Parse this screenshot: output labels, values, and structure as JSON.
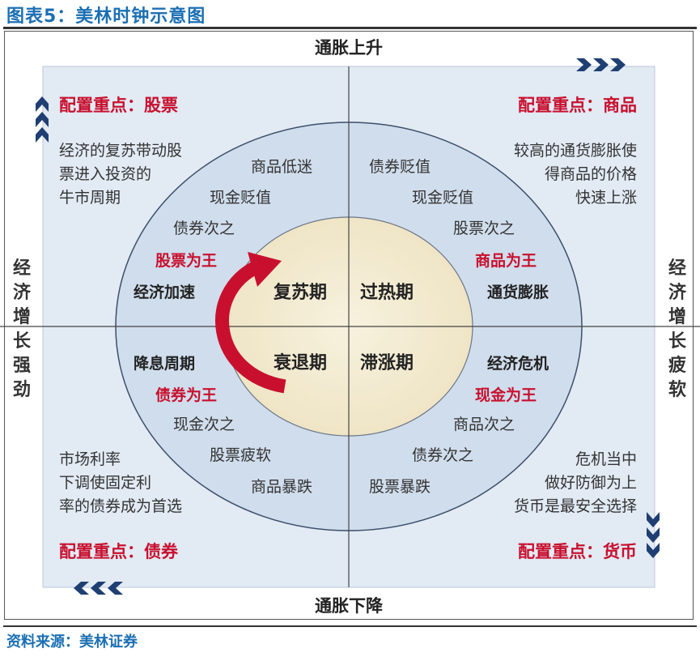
{
  "title": "图表5：美林时钟示意图",
  "source": "资料来源：美林证券",
  "axes": {
    "top": "通胀上升",
    "bottom": "通胀下降",
    "left": [
      "经",
      "济",
      "增",
      "长",
      "强",
      "劲"
    ],
    "right": [
      "经",
      "济",
      "增",
      "长",
      "疲",
      "软"
    ]
  },
  "quadrants": {
    "top_left": {
      "header": "配置重点：股票",
      "desc": [
        "经济的复苏带动股",
        "票进入投资的",
        "牛市周期"
      ],
      "ring": [
        "商品低迷",
        "现金贬值",
        "债券次之"
      ],
      "king": "股票为王",
      "state": "经济加速",
      "phase": "复苏期"
    },
    "top_right": {
      "header": "配置重点：商品",
      "desc": [
        "较高的通货膨胀使",
        "得商品的价格",
        "快速上涨"
      ],
      "ring": [
        "债券贬值",
        "现金贬值",
        "股票次之"
      ],
      "king": "商品为王",
      "state": "通货膨胀",
      "phase": "过热期"
    },
    "bottom_left": {
      "header": "配置重点：债券",
      "desc": [
        "市场利率",
        "下调使固定利",
        "率的债券成为首选"
      ],
      "ring": [
        "现金次之",
        "股票疲软",
        "商品暴跌"
      ],
      "king": "债券为王",
      "state": "降息周期",
      "phase": "衰退期"
    },
    "bottom_right": {
      "header": "配置重点：货币",
      "desc": [
        "危机当中",
        "做好防御为上",
        "货币是最安全选择"
      ],
      "ring": [
        "商品次之",
        "债券次之",
        "股票暴跌"
      ],
      "king": "现金为王",
      "state": "经济危机",
      "phase": "滞涨期"
    }
  },
  "colors": {
    "title": "#1b6fb3",
    "header_red": "#c8102e",
    "panel_bg": "#dfe8f3",
    "ring_bg": "#d2dfee",
    "core_bg": "#f5eed8",
    "arrow_red": "#c8102e",
    "chevron_navy": "#1f3f73"
  },
  "icons": {
    "top_right_arrows": "chevron-right-icon",
    "top_left_arrows": "chevron-up-icon",
    "bottom_left_arrows": "chevron-left-icon",
    "bottom_right_arrows": "chevron-down-icon",
    "cycle_arrow": "curved-arrow-icon"
  }
}
